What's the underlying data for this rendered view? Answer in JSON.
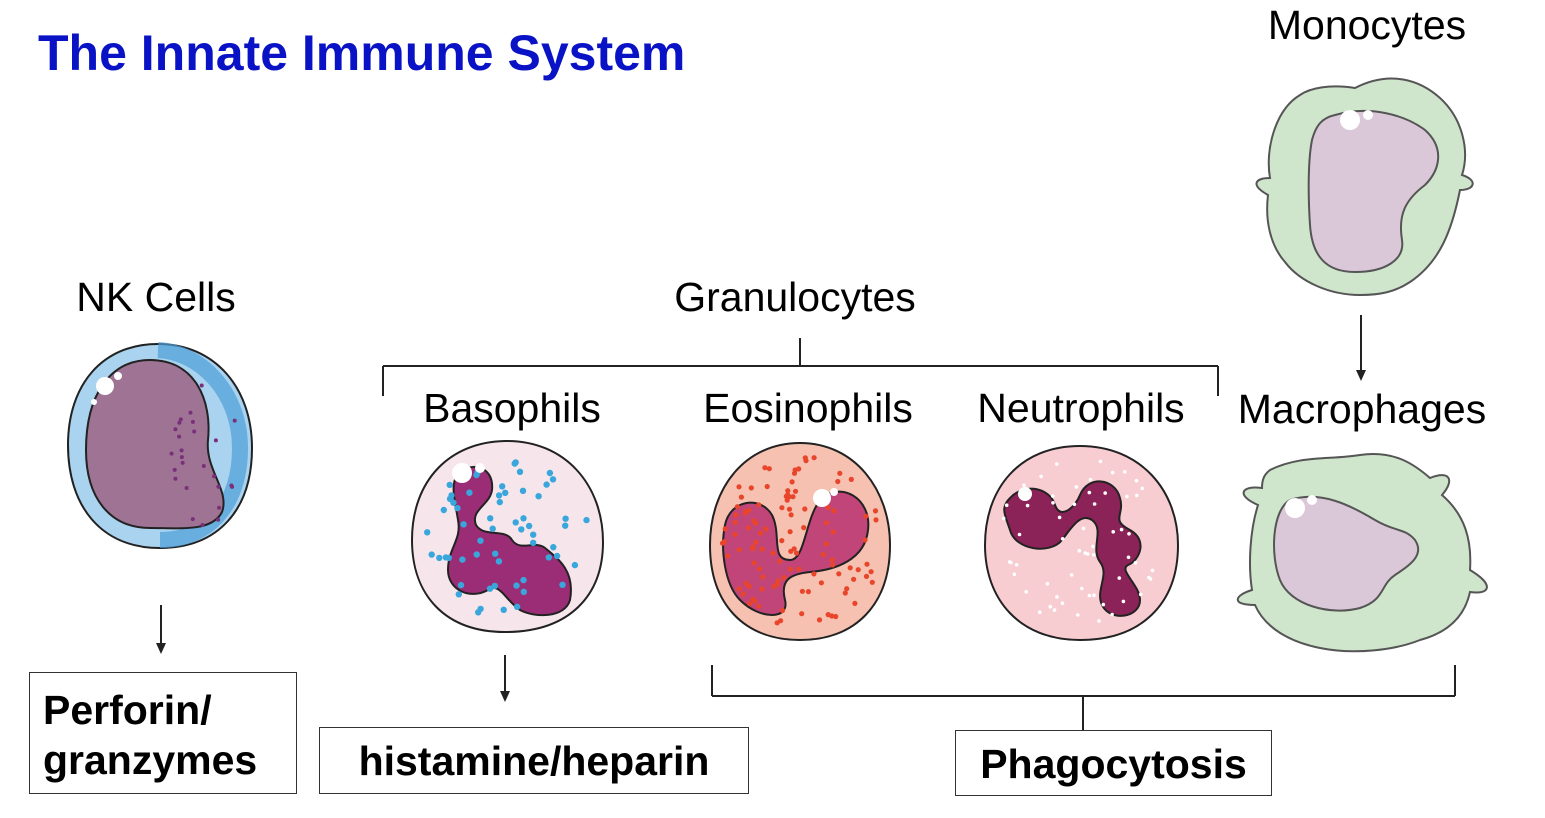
{
  "title": "The Innate Immune System",
  "cells": {
    "nk": "NK Cells",
    "granulocytes": "Granulocytes",
    "basophils": "Basophils",
    "eosinophils": "Eosinophils",
    "neutrophils": "Neutrophils",
    "monocytes": "Monocytes",
    "macrophages": "Macrophages"
  },
  "outcomes": {
    "nk_line1": "Perforin/",
    "nk_line2": "granzymes",
    "basophils": "histamine/heparin",
    "phagocytosis": "Phagocytosis"
  },
  "colors": {
    "title": "#0a12c6",
    "nk_membrane": "#6fb6e4",
    "nucleus_pale": "#9e7394",
    "nucleus_dark": "#8b2358",
    "basophil_granule": "#3aa7dc",
    "eosinophil_granule": "#e8452b",
    "monocyte_cytoplasm": "#cfe6cc"
  }
}
